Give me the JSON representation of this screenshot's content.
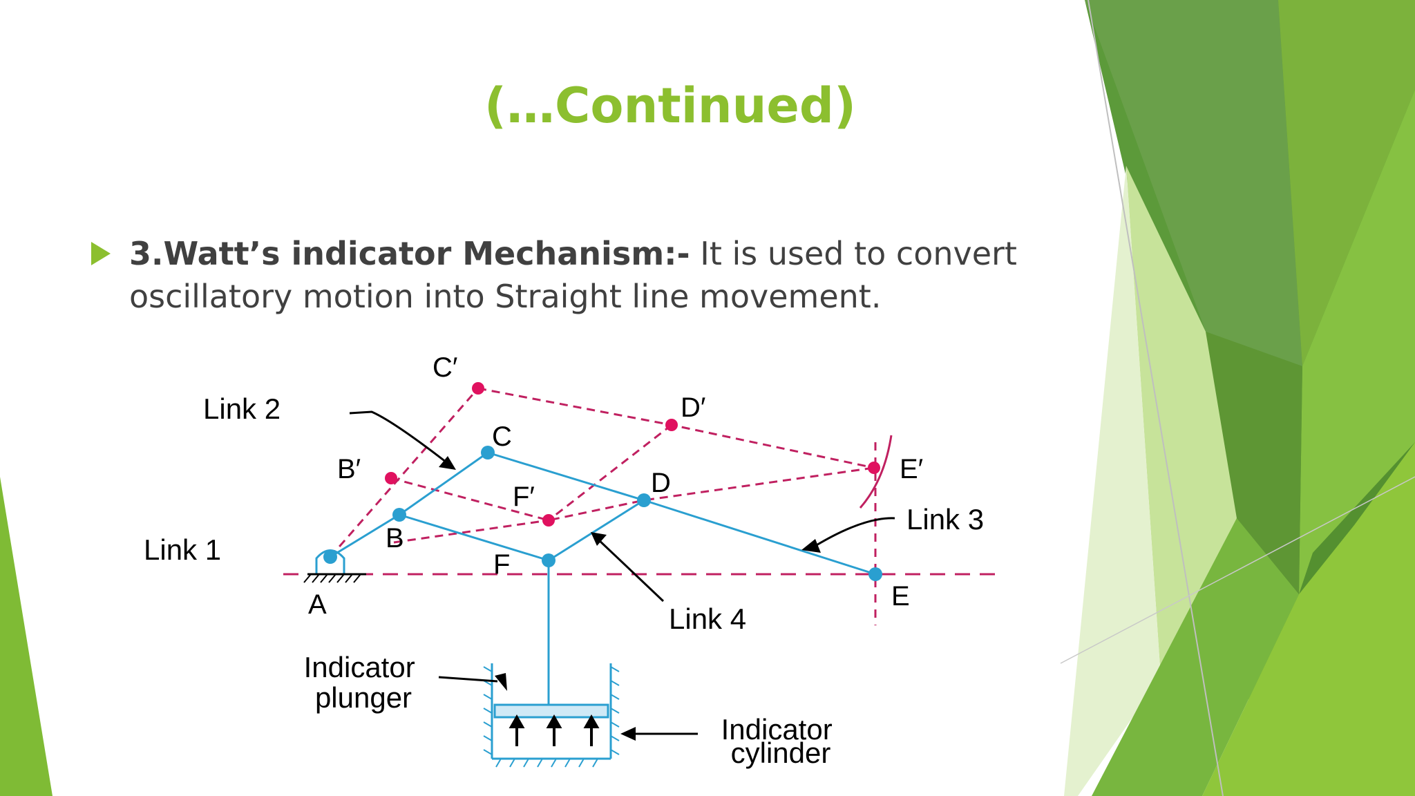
{
  "slide": {
    "title": "(…Continued)",
    "bullet": {
      "heading": "3.Watt’s indicator Mechanism:-",
      "body": " It is used to convert oscillatory motion into Straight line movement."
    }
  },
  "diagram": {
    "points": {
      "a": "A",
      "b": "B",
      "c": "C",
      "d": "D",
      "e": "E",
      "f": "F",
      "b_prime": "B′",
      "c_prime": "C′",
      "d_prime": "D′",
      "e_prime": "E′",
      "f_prime": "F′"
    },
    "links": {
      "link1": "Link 1",
      "link2": "Link 2",
      "link3": "Link 3",
      "link4": "Link 4"
    },
    "plunger_label": [
      "Indicator",
      "plunger"
    ],
    "cylinder_label": [
      "Indicator",
      "cylinder"
    ]
  },
  "colors": {
    "accent": "#8cbf2f",
    "link_blue": "#2a9fd0",
    "joint_pink": "#e0115f",
    "dashed_line": "#c02060"
  }
}
